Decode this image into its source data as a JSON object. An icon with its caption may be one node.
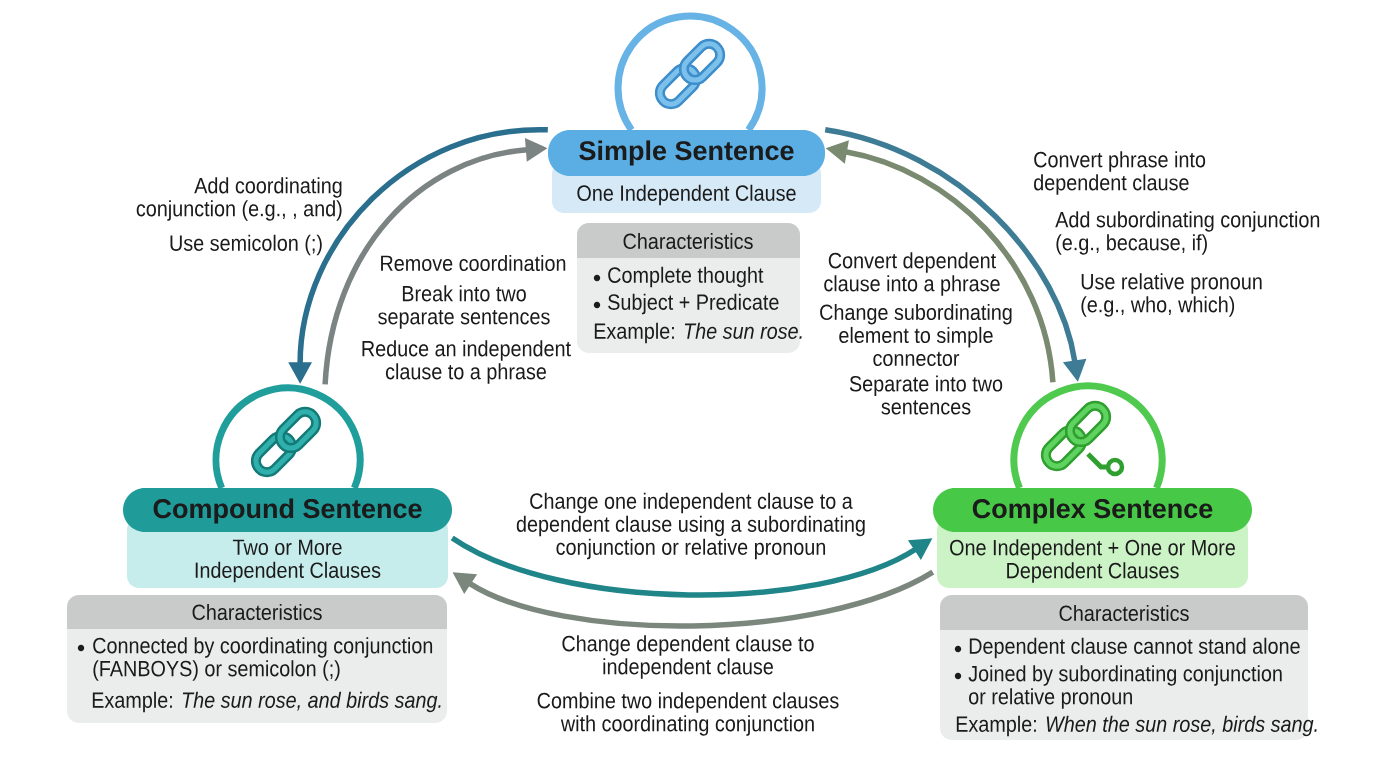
{
  "diagram": {
    "nodes": [
      {
        "text": [],
        "shape": "circle"
      },
      {
        "text": [
          "Simple Sentence",
          "One Independent Clause"
        ]
      },
      {
        "text": [
          "Characteristics",
          "Complete thought",
          "Subject + Predicate",
          "Example: *The sun rose.*"
        ]
      },
      {
        "text": [],
        "shape": "circle"
      },
      {
        "text": [
          "Compound Sentence",
          "Two or More Independent Clauses"
        ]
      },
      {
        "text": [
          "Characteristics",
          "Connected by coordinating conjunction (FANBOYS) or semicolon (;)",
          "Example: *The sun rose, and birds sang.*"
        ]
      },
      {
        "text": [],
        "shape": "circle"
      },
      {
        "text": [
          "Complex Sentence",
          "One Independent + One or More Dependent Clauses"
        ]
      },
      {
        "text": [
          "Characteristics",
          "Dependent clause cannot stand alone",
          "Joined by subordinating conjunction or relative pronoun",
          "Example: *When the sun rose, birds sang.*"
        ]
      }
    ],
    "edges": [
      {
        "from": 1,
        "to": 3,
        "arrow": "to",
        "color": "#2b6f8e"
      },
      {
        "from": 3,
        "to": 1,
        "arrow": "to",
        "color": "#7b8383"
      },
      {
        "from": 1,
        "to": 6,
        "arrow": "to",
        "color": "#3e7c95"
      },
      {
        "from": 6,
        "to": 1,
        "arrow": "to",
        "color": "#798a70"
      },
      {
        "from": 4,
        "to": 7,
        "arrow": "to",
        "color": "#1f8589"
      },
      {
        "from": 7,
        "to": 4,
        "arrow": "to",
        "color": "#7b877d"
      }
    ],
    "labels": [
      "Add coordinating conjunction (e.g., , and)",
      "Use semicolon (;)",
      "Remove coordination",
      "Break into two separate sentences",
      "Reduce an independent clause to a phrase",
      "Convert dependent clause into a phrase",
      "Change subordinating element to simple connector",
      "Separate into two sentences",
      "Convert phrase into dependent clause",
      "Add subordinating conjunction (e.g., because, if)",
      "Use relative pronoun (e.g., who, which)",
      "Change one independent clause to a dependent clause using a subordinating conjunction or relative pronoun",
      "Change dependent clause to independent clause",
      "Combine two independent clauses with coordinating conjunction"
    ]
  }
}
